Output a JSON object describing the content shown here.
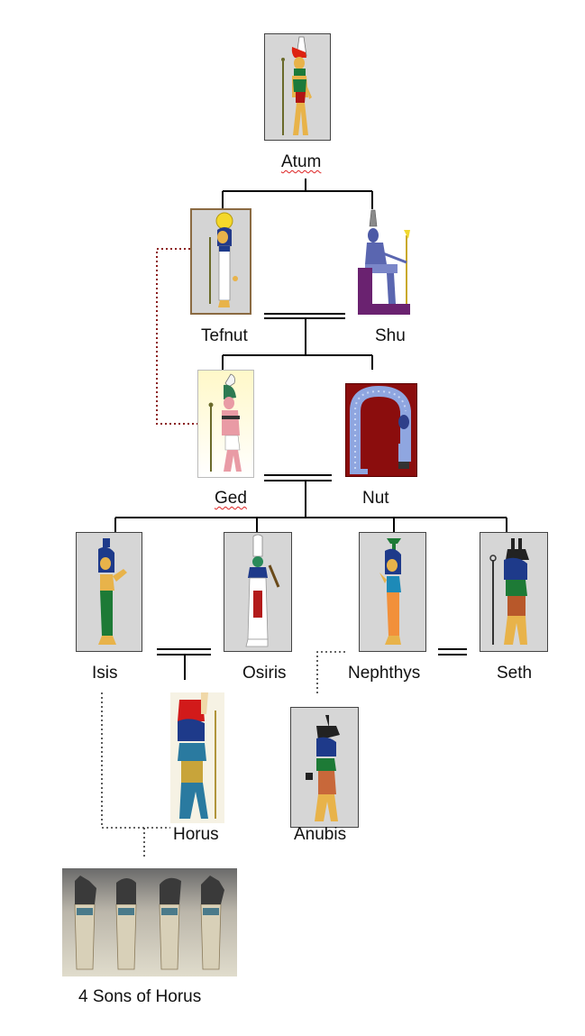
{
  "title": "",
  "nodes": {
    "atum": "Atum",
    "tefnut": "Tefnut",
    "shu": "Shu",
    "ged": "Ged",
    "nut": "Nut",
    "isis": "Isis",
    "osiris": "Osiris",
    "nephthys": "Nephthys",
    "seth": "Seth",
    "horus": "Horus",
    "anubis": "Anubis",
    "sons": "4 Sons of Horus"
  },
  "colors": {
    "line": "#000000",
    "dotted": "#8b1a1a",
    "dotted_dark": "#333333",
    "card_bg": "#d6d6d6",
    "nut_bg": "#8b0d0d"
  },
  "icons": {
    "atum": "god-double-crown-icon",
    "tefnut": "goddess-sun-disk-icon",
    "shu": "god-seated-feather-icon",
    "ged": "god-goose-crown-icon",
    "nut": "goddess-arched-sky-icon",
    "isis": "goddess-throne-crown-icon",
    "osiris": "god-atef-crown-icon",
    "nephthys": "goddess-basket-crown-icon",
    "seth": "god-seth-animal-icon",
    "horus": "god-falcon-head-icon",
    "anubis": "god-jackal-head-icon",
    "sons": "canopic-jars-icon"
  }
}
